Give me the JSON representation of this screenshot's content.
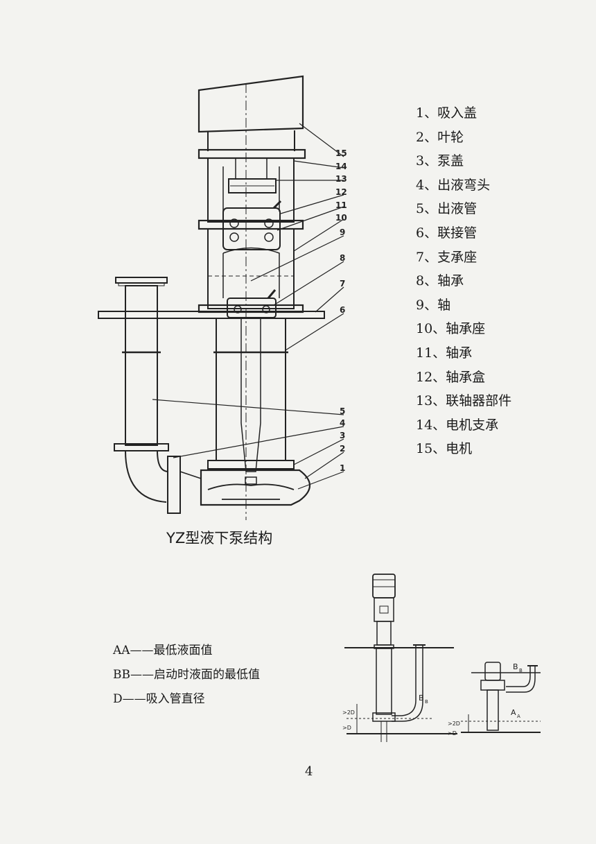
{
  "parts_list": [
    "1、吸入盖",
    "2、叶轮",
    "3、泵盖",
    "4、出液弯头",
    "5、出液管",
    "6、联接管",
    "7、支承座",
    "8、轴承",
    "9、轴",
    "10、轴承座",
    "11、轴承",
    "12、轴承盒",
    "13、联轴器部件",
    "14、电机支承",
    "15、电机"
  ],
  "callouts": [
    "15",
    "14",
    "13",
    "12",
    "11",
    "10",
    "9",
    "8",
    "7",
    "6",
    "5",
    "4",
    "3",
    "2",
    "1"
  ],
  "figure_caption": "YZ型液下泵结构",
  "legend": [
    "AA——最低液面值",
    "BB——启动时液面的最低值",
    "D——吸入管直径"
  ],
  "install_labels": {
    "b_left": "B",
    "b_left_sub": "B",
    "two_d_left": ">2D",
    "d_left": ">D",
    "b_right": "B",
    "b_right_sub": "B",
    "a_right": "A",
    "a_right_sub": "A",
    "two_d_right": ">2D",
    "d_right": ">D"
  },
  "page_number": "4"
}
